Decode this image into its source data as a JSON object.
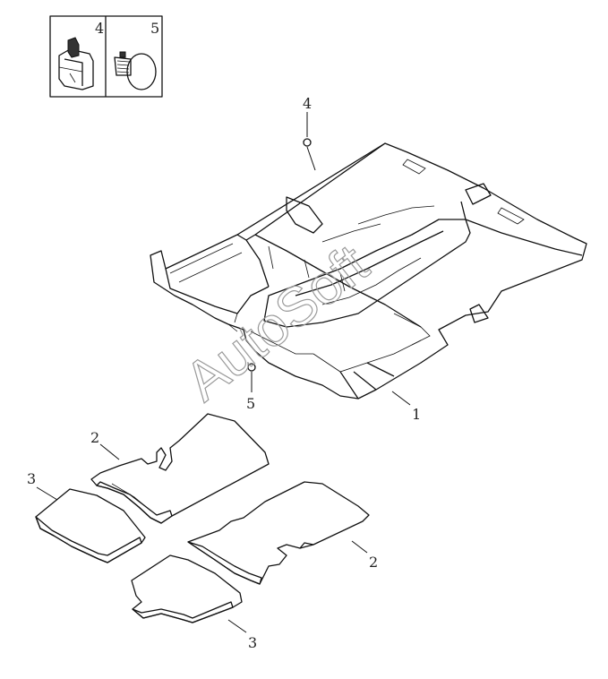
{
  "inset": {
    "items": [
      {
        "label": "4",
        "icon": "clip-icon"
      },
      {
        "label": "5",
        "icon": "push-pin-icon"
      }
    ]
  },
  "callouts": {
    "c4": "4",
    "c5": "5",
    "c1": "1",
    "c2_left": "2",
    "c2_right": "2",
    "c3_left": "3",
    "c3_bottom": "3"
  },
  "watermark": "AutoSoft"
}
